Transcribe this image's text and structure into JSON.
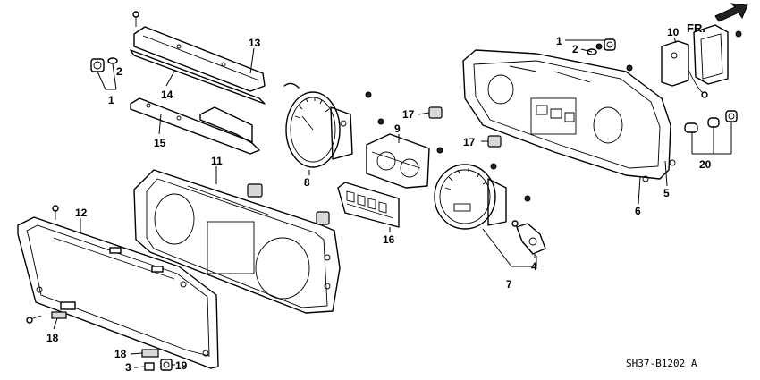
{
  "diagram": {
    "direction_label": "FR.",
    "drawing_code": "SH37-B1202 A",
    "callouts": {
      "c1a": "1",
      "c1b": "1",
      "c2a": "2",
      "c2b": "2",
      "c3": "3",
      "c4": "4",
      "c5": "5",
      "c6": "6",
      "c7": "7",
      "c8": "8",
      "c9": "9",
      "c10": "10",
      "c11": "11",
      "c12": "12",
      "c13": "13",
      "c14": "14",
      "c15": "15",
      "c16": "16",
      "c17a": "17",
      "c17b": "17",
      "c18a": "18",
      "c18b": "18",
      "c19": "19",
      "c20": "20"
    }
  }
}
